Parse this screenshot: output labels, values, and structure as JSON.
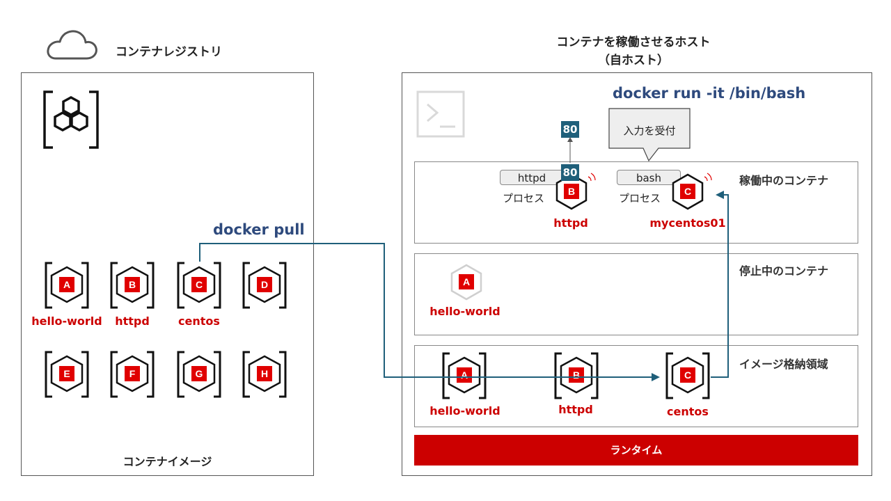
{
  "registry": {
    "title": "コンテナレジストリ",
    "footer": "コンテナイメージ",
    "images": [
      {
        "letter": "A",
        "name": "hello-world"
      },
      {
        "letter": "B",
        "name": "httpd"
      },
      {
        "letter": "C",
        "name": "centos"
      },
      {
        "letter": "D",
        "name": ""
      },
      {
        "letter": "E",
        "name": ""
      },
      {
        "letter": "F",
        "name": ""
      },
      {
        "letter": "G",
        "name": ""
      },
      {
        "letter": "H",
        "name": ""
      }
    ]
  },
  "host": {
    "title_line1": "コンテナを稼働させるホスト",
    "title_line2": "（自ホスト）",
    "run_command": "docker run -it  /bin/bash",
    "input_callout": "入力を受付",
    "running": {
      "label": "稼働中のコンテナ",
      "containers": [
        {
          "letter": "B",
          "name": "httpd",
          "process": "httpd",
          "process_label": "プロセス",
          "port": "80"
        },
        {
          "letter": "C",
          "name": "mycentos01",
          "process": "bash",
          "process_label": "プロセス"
        }
      ],
      "exposed_port": "80"
    },
    "stopped": {
      "label": "停止中のコンテナ",
      "containers": [
        {
          "letter": "A",
          "name": "hello-world"
        }
      ]
    },
    "image_store": {
      "label": "イメージ格納領域",
      "images": [
        {
          "letter": "A",
          "name": "hello-world"
        },
        {
          "letter": "B",
          "name": "httpd"
        },
        {
          "letter": "C",
          "name": "centos"
        }
      ]
    },
    "runtime": "ランタイム"
  },
  "pull_command": "docker pull",
  "colors": {
    "accent_red": "#cc0000",
    "command_blue": "#2e4a7d",
    "arrow_teal": "#1f5f7a"
  }
}
